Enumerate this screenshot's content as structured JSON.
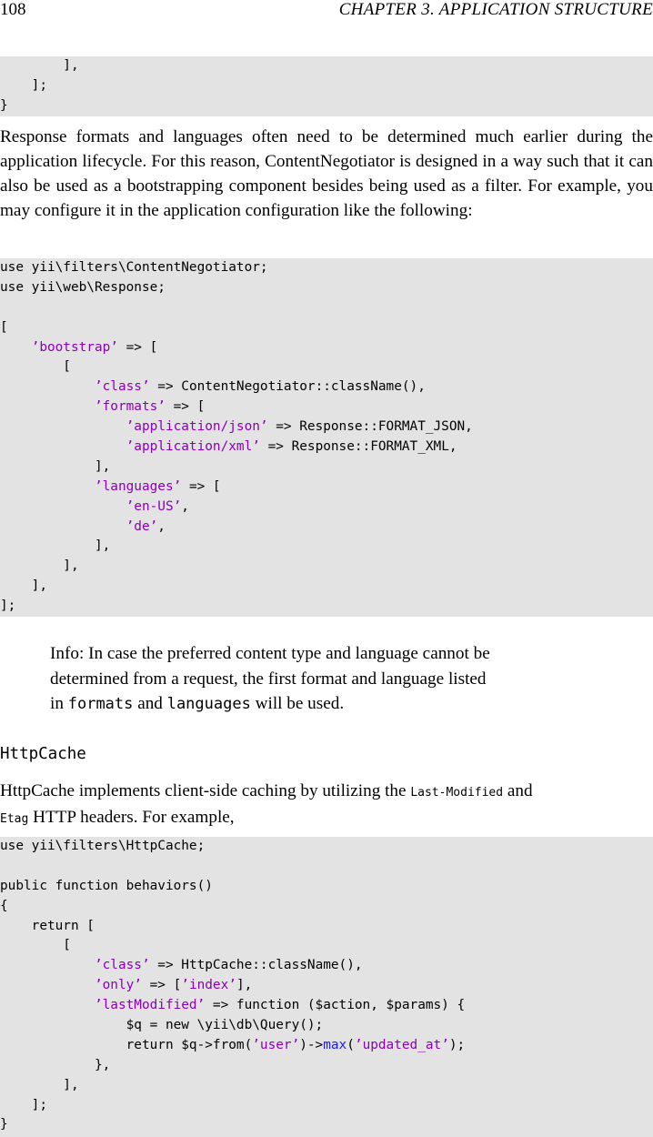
{
  "header": {
    "page_number": "108",
    "chapter": "CHAPTER 3.   APPLICATION STRUCTURE"
  },
  "code_top": [
    "        ],",
    "    ];",
    "}"
  ],
  "para1": "Response formats and languages often need to be determined much earlier during the application lifecycle. For this reason, ContentNegotiator is designed in a way such that it can also be used as a bootstrapping component besides being used as a filter. For example, you may configure it in the application configuration like the following:",
  "code_mid": [
    [
      {
        "t": "use yii\\filters\\ContentNegotiator;"
      }
    ],
    [
      {
        "t": "use yii\\web\\Response;"
      }
    ],
    [
      {
        "t": ""
      }
    ],
    [
      {
        "t": "["
      }
    ],
    [
      {
        "t": "    "
      },
      {
        "t": "’bootstrap’",
        "c": "s"
      },
      {
        "t": " => ["
      }
    ],
    [
      {
        "t": "        ["
      }
    ],
    [
      {
        "t": "            "
      },
      {
        "t": "’class’",
        "c": "s"
      },
      {
        "t": " => ContentNegotiator::className(),"
      }
    ],
    [
      {
        "t": "            "
      },
      {
        "t": "’formats’",
        "c": "s"
      },
      {
        "t": " => ["
      }
    ],
    [
      {
        "t": "                "
      },
      {
        "t": "’application/json’",
        "c": "s"
      },
      {
        "t": " => Response::FORMAT_JSON,"
      }
    ],
    [
      {
        "t": "                "
      },
      {
        "t": "’application/xml’",
        "c": "s"
      },
      {
        "t": " => Response::FORMAT_XML,"
      }
    ],
    [
      {
        "t": "            ],"
      }
    ],
    [
      {
        "t": "            "
      },
      {
        "t": "’languages’",
        "c": "s"
      },
      {
        "t": " => ["
      }
    ],
    [
      {
        "t": "                "
      },
      {
        "t": "’en-US’",
        "c": "s"
      },
      {
        "t": ","
      }
    ],
    [
      {
        "t": "                "
      },
      {
        "t": "’de’",
        "c": "s"
      },
      {
        "t": ","
      }
    ],
    [
      {
        "t": "            ],"
      }
    ],
    [
      {
        "t": "        ],"
      }
    ],
    [
      {
        "t": "    ],"
      }
    ],
    [
      {
        "t": "];"
      }
    ]
  ],
  "info": {
    "line1": "Info: In case the preferred content type and language cannot be",
    "line2": "determined from a request, the first format and language listed",
    "line3_pre": "in ",
    "formats": "formats",
    "and": " and ",
    "languages": "languages",
    "line3_post": " will be used."
  },
  "section_title": "HttpCache",
  "para2": {
    "pre": "HttpCache implements client-side caching by utilizing the ",
    "lm": "Last-Modified",
    "and": " and",
    "etag": "Etag",
    "post": " HTTP headers. For example,"
  },
  "code_bottom": [
    [
      {
        "t": "use yii\\filters\\HttpCache;"
      }
    ],
    [
      {
        "t": ""
      }
    ],
    [
      {
        "t": "public function behaviors()"
      }
    ],
    [
      {
        "t": "{"
      }
    ],
    [
      {
        "t": "    return ["
      }
    ],
    [
      {
        "t": "        ["
      }
    ],
    [
      {
        "t": "            "
      },
      {
        "t": "’class’",
        "c": "s"
      },
      {
        "t": " => HttpCache::className(),"
      }
    ],
    [
      {
        "t": "            "
      },
      {
        "t": "’only’",
        "c": "s"
      },
      {
        "t": " => ["
      },
      {
        "t": "’index’",
        "c": "s"
      },
      {
        "t": "],"
      }
    ],
    [
      {
        "t": "            "
      },
      {
        "t": "’lastModified’",
        "c": "s"
      },
      {
        "t": " => function ($action, $params) {"
      }
    ],
    [
      {
        "t": "                $q = new \\yii\\db\\Query();"
      }
    ],
    [
      {
        "t": "                return $q->from("
      },
      {
        "t": "’user’",
        "c": "s"
      },
      {
        "t": ")->"
      },
      {
        "t": "max",
        "c": "fn"
      },
      {
        "t": "("
      },
      {
        "t": "’updated_at’",
        "c": "s"
      },
      {
        "t": ");"
      }
    ],
    [
      {
        "t": "            },"
      }
    ],
    [
      {
        "t": "        ],"
      }
    ],
    [
      {
        "t": "    ];"
      }
    ],
    [
      {
        "t": "}"
      }
    ]
  ]
}
